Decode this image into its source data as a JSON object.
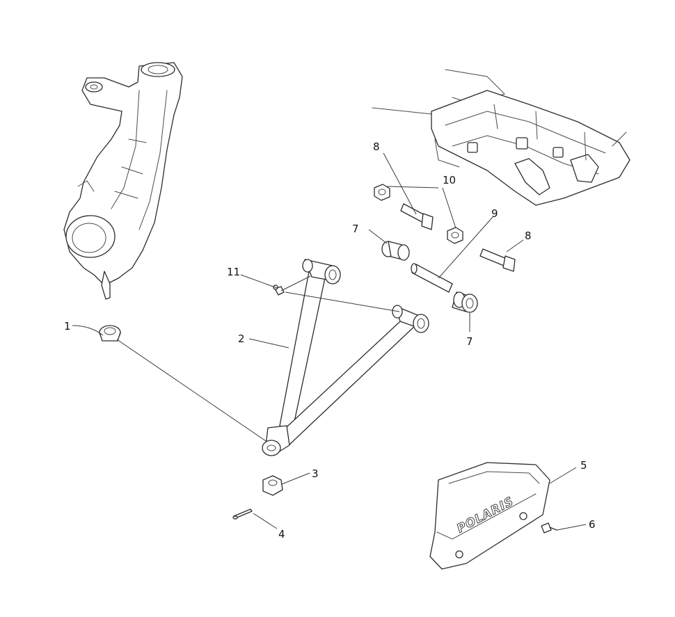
{
  "callouts": {
    "c1": "1",
    "c2": "2",
    "c3": "3",
    "c4": "4",
    "c5": "5",
    "c6": "6",
    "c7a": "7",
    "c7b": "7",
    "c8a": "8",
    "c8b": "8",
    "c9": "9",
    "c10": "10",
    "c11": "11"
  },
  "guard_logo": "POLARIS",
  "colors": {
    "line": "#2b2b2b",
    "background": "#ffffff"
  }
}
